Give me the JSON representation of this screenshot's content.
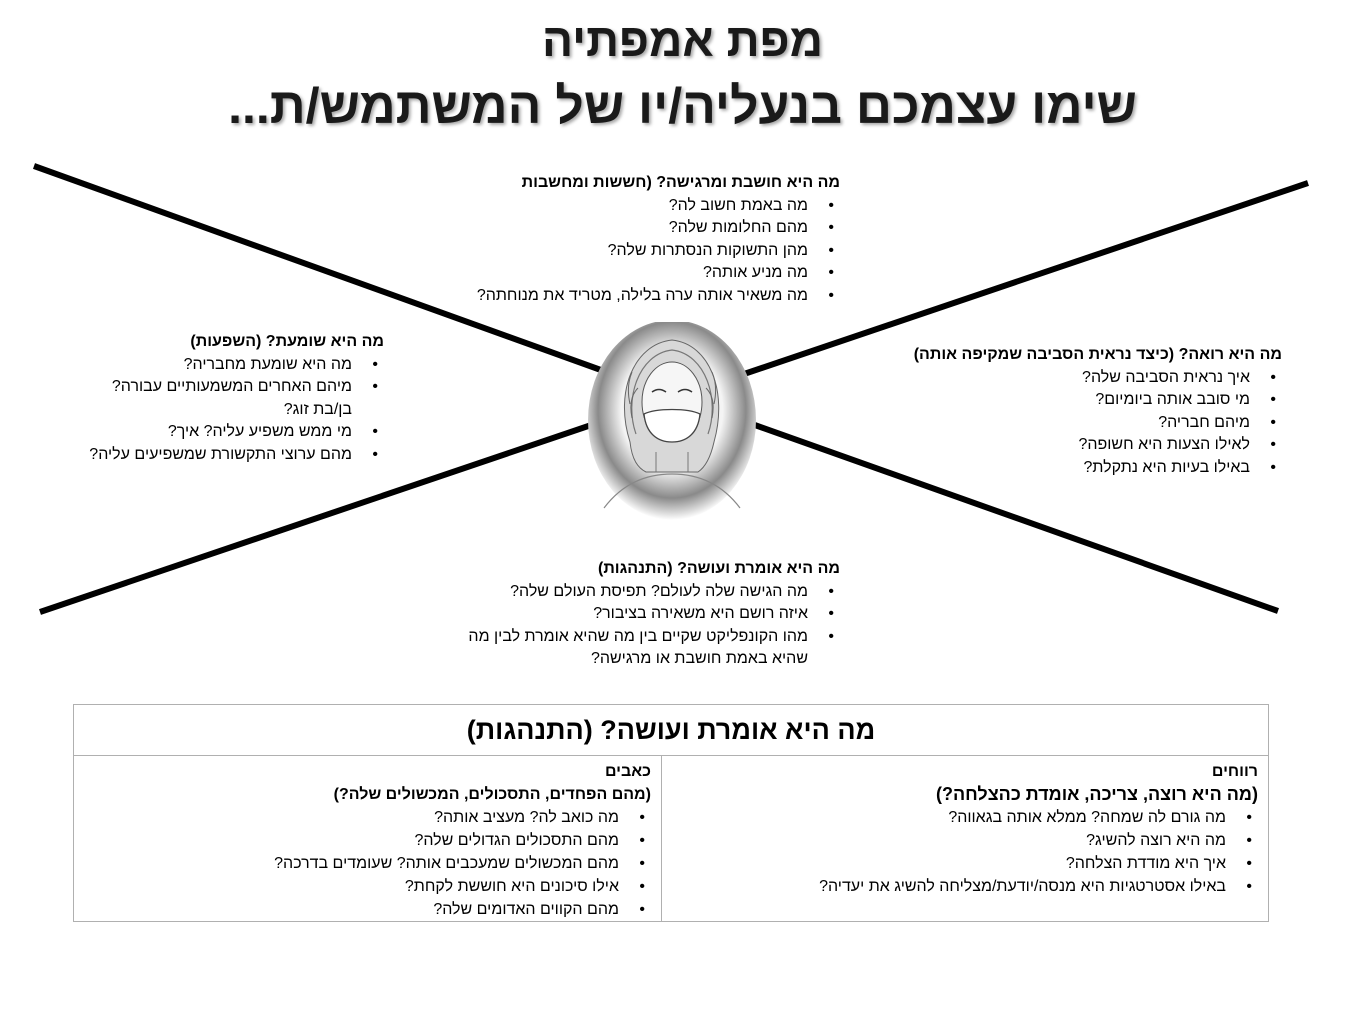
{
  "title": {
    "line1": "מפת אמפתיה",
    "line2": "שימו עצמכם בנעליה/יו של המשתמש/ת..."
  },
  "sections": {
    "thinks": {
      "heading": "מה היא חושבת ומרגישה? (חששות ומחשבות",
      "items": [
        "מה באמת חשוב לה?",
        "מהם החלומות שלה?",
        "מהן התשוקות הנסתרות שלה?",
        "מה מניע אותה?",
        "מה משאיר אותה ערה בלילה, מטריד את מנוחתה?"
      ]
    },
    "hears": {
      "heading": "מה היא שומעת? (השפעות)",
      "items": [
        "מה היא שומעת מחבריה?",
        "מיהם האחרים המשמעותיים עבורה? בן/בת זוג?",
        "מי ממש משפיע עליה? איך?",
        "מהם ערוצי התקשורת שמשפיעים עליה?"
      ]
    },
    "sees": {
      "heading": "מה היא רואה? (כיצד נראית הסביבה שמקיפה אותה)",
      "items": [
        "איך נראית הסביבה שלה?",
        "מי סובב אותה ביומיום?",
        "מיהם חבריה?",
        "לאילו הצעות היא חשופה?",
        "באילו בעיות היא נתקלת?"
      ]
    },
    "says": {
      "heading": "מה היא אומרת ועושה? (התנהגות)",
      "items": [
        "מה הגישה שלה לעולם? תפיסת העולם שלה?",
        "איזה רושם היא משאירה בציבור?",
        "מהו הקונפליקט שקיים בין מה שהיא אומרת לבין מה שהיא באמת חושבת או מרגישה?"
      ]
    }
  },
  "table": {
    "header": "מה היא אומרת ועושה? (התנהגות)",
    "gains": {
      "title": "רווחים",
      "subtitle": "(מה היא רוצה, צריכה, אומדת כהצלחה?)",
      "items": [
        "מה גורם לה שמחה? ממלא אותה בגאווה?",
        "מה היא רוצה להשיג?",
        "איך היא מודדת הצלחה?",
        "באילו אסטרטגיות היא מנסה/יודעת/מצליחה להשיג את יעדיה?"
      ]
    },
    "pains": {
      "title": "כאבים",
      "subtitle": "(מהם הפחדים, התסכולים, המכשולים שלה?)",
      "items": [
        "מה כואב לה? מעציב אותה?",
        "מהם התסכולים הגדולים שלה?",
        "מהם המכשולים שמעכבים אותה? שעומדים בדרכה?",
        "אילו סיכונים היא חוששת לקחת?",
        "מהם הקווים האדומים שלה?"
      ]
    }
  }
}
